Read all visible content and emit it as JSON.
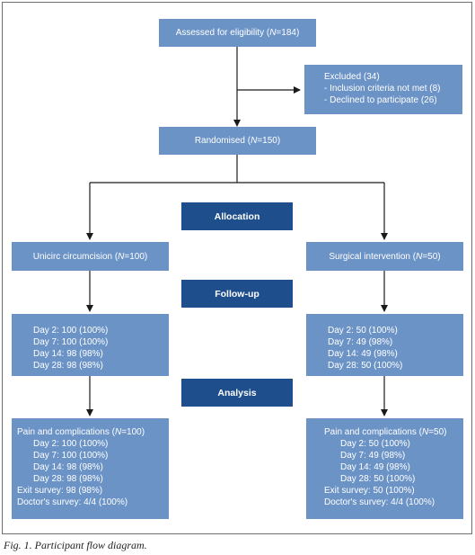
{
  "assessed": {
    "pre": "Assessed for eligibility (",
    "n": "N",
    "post": "=184)"
  },
  "excluded": {
    "title": "Excluded (34)",
    "items": [
      "- Inclusion criteria not met (8)",
      "- Declined to participate (26)"
    ]
  },
  "randomised": {
    "pre": "Randomised (",
    "n": "N",
    "post": "=150)"
  },
  "stage_labels": {
    "allocation": "Allocation",
    "followup": "Follow-up",
    "analysis": "Analysis"
  },
  "unicirc": {
    "pre": "Unicirc circumcision (",
    "n": "N",
    "post": "=100)"
  },
  "surgical": {
    "pre": "Surgical intervention (",
    "n": "N",
    "post": "=50)"
  },
  "followup_left": [
    "Day 2: 100 (100%)",
    "Day 7: 100 (100%)",
    "Day 14: 98 (98%)",
    "Day 28: 98 (98%)"
  ],
  "followup_right": [
    "Day 2: 50 (100%)",
    "Day 7: 49 (98%)",
    "Day 14: 49 (98%)",
    "Day 28: 50 (100%)"
  ],
  "analysis_left": {
    "header_pre": "Pain and complications (",
    "n": "N",
    "header_post": "=100)",
    "days": [
      "Day 2: 100 (100%)",
      "Day 7: 100 (100%)",
      "Day 14: 98 (98%)",
      "Day 28: 98 (98%)"
    ],
    "exit": "Exit survey: 98 (98%)",
    "doctor": "Doctor's survey: 4/4 (100%)"
  },
  "analysis_right": {
    "header_pre": "Pain and complications (",
    "n": "N",
    "header_post": "=50)",
    "days": [
      "Day 2: 50 (100%)",
      "Day 7: 49 (98%)",
      "Day 14: 49 (98%)",
      "Day 28: 50 (100%)"
    ],
    "exit": "Exit survey: 50 (100%)",
    "doctor": "Doctor's survey: 4/4 (100%)"
  },
  "caption": "Fig. 1. Participant flow diagram.",
  "colors": {
    "box": "#6b93c6",
    "stage": "#1e4f8c",
    "line": "#1a1a1a"
  }
}
